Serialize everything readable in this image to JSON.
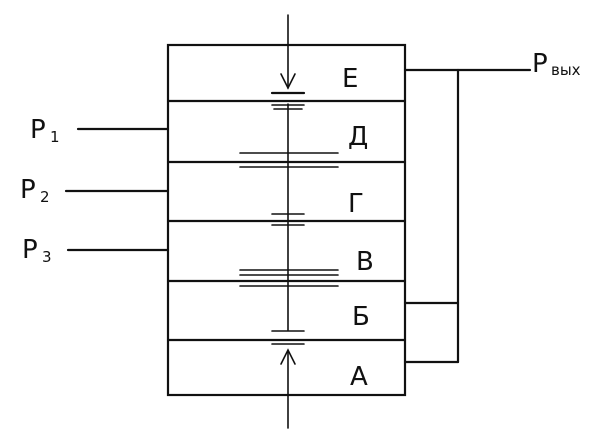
{
  "diagram": {
    "inputs": [
      {
        "main": "P",
        "sub": "1"
      },
      {
        "main": "P",
        "sub": "2"
      },
      {
        "main": "P",
        "sub": "3"
      }
    ],
    "output": {
      "main": "P",
      "sub": "вых"
    },
    "chambers": [
      "Е",
      "Д",
      "Г",
      "В",
      "Б",
      "А"
    ]
  }
}
